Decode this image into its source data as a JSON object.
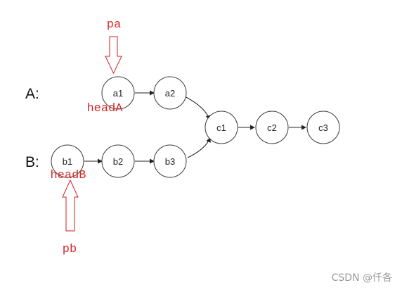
{
  "lists": {
    "a": "A:",
    "b": "B:"
  },
  "nodes": {
    "a1": "a1",
    "a2": "a2",
    "b1": "b1",
    "b2": "b2",
    "b3": "b3",
    "c1": "c1",
    "c2": "c2",
    "c3": "c3"
  },
  "pointers": {
    "pa": "pa",
    "pb": "pb",
    "headA": "headA",
    "headB": "headB"
  },
  "watermark": "CSDN @仟各",
  "colors": {
    "pointer": "#d42a2a",
    "node_stroke": "#3a3a3a"
  }
}
